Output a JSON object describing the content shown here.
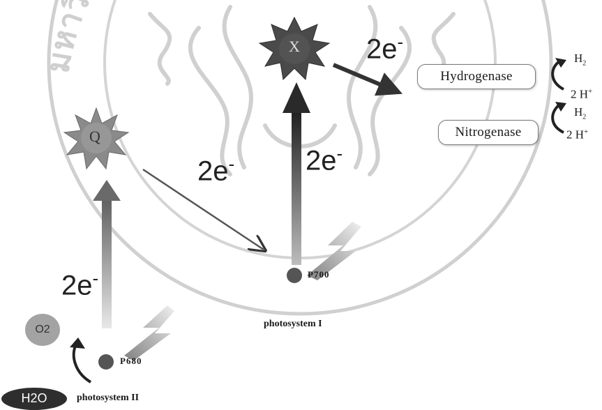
{
  "diagram": {
    "seal_text": "มหาวิทยาลัยเทคโนโลยีพระจอมเกล้าเจ้าคุณทหารลาดกระบัง",
    "nodes": {
      "q": "Q",
      "x": "X",
      "p700": "P700",
      "p680": "P680",
      "o2": "O2",
      "h2o": "H2O"
    },
    "electrons": {
      "psii_to_q": "2e",
      "q_to_psi": "2e",
      "p700_to_x": "2e",
      "x_to_enzymes": "2e",
      "superscript": "-"
    },
    "labels": {
      "photosystem_i": "photosystem I",
      "photosystem_ii": "photosystem II"
    },
    "enzymes": [
      {
        "name": "Hydrogenase",
        "product": "H",
        "product_sub": "2",
        "reactant": "2 H",
        "reactant_sup": "+"
      },
      {
        "name": "Nitrogenase",
        "product": "H",
        "product_sub": "2",
        "reactant": "2 H",
        "reactant_sup": "+"
      }
    ]
  }
}
